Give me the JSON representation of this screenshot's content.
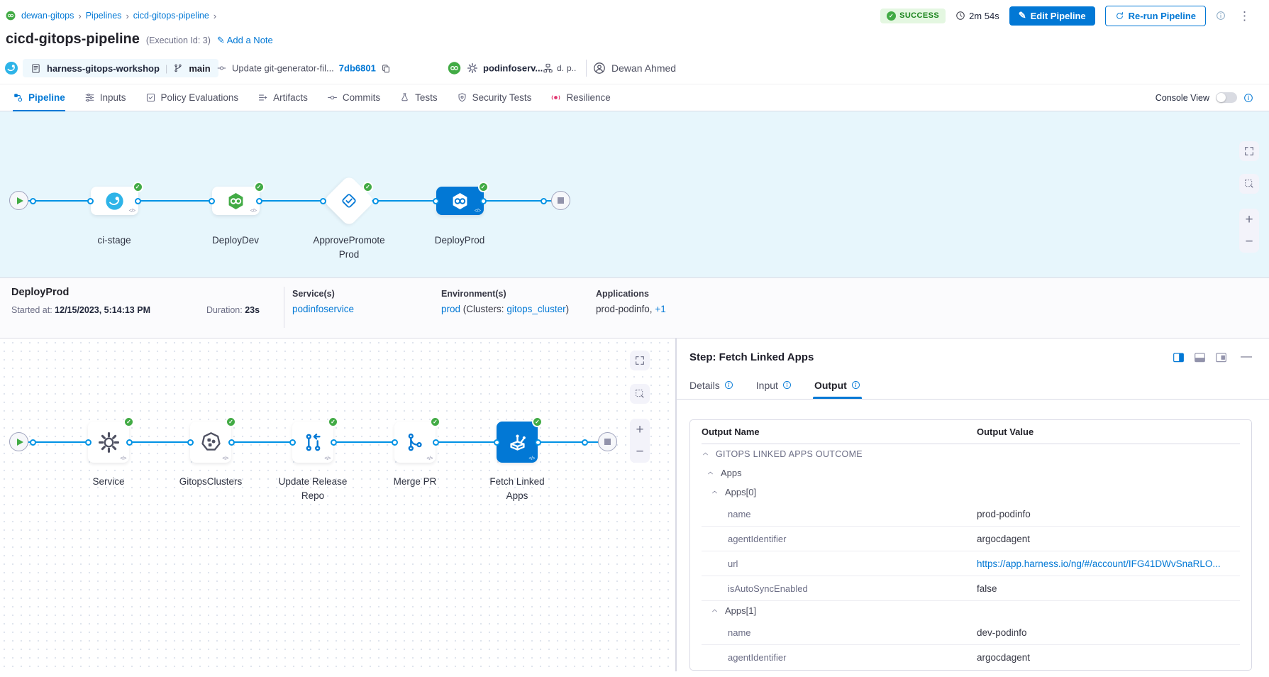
{
  "breadcrumb": {
    "items": [
      "dewan-gitops",
      "Pipelines",
      "cicd-gitops-pipeline"
    ]
  },
  "header": {
    "status": "SUCCESS",
    "duration": "2m 54s",
    "edit_button": "Edit Pipeline",
    "rerun_button": "Re-run Pipeline"
  },
  "title": {
    "name": "cicd-gitops-pipeline",
    "execution_id": "(Execution Id: 3)",
    "add_note": "Add a Note"
  },
  "meta": {
    "repo": "harness-gitops-workshop",
    "branch": "main",
    "commit_message": "Update git-generator-fil...",
    "commit_sha": "7db6801",
    "service_truncated": "podinfoserv...",
    "env_truncated_1": "d.",
    "env_truncated_2": "p..",
    "user": "Dewan Ahmed"
  },
  "tabs": {
    "items": [
      {
        "label": "Pipeline",
        "icon": "pipeline-icon",
        "active": true
      },
      {
        "label": "Inputs",
        "icon": "inputs-icon"
      },
      {
        "label": "Policy Evaluations",
        "icon": "policy-icon"
      },
      {
        "label": "Artifacts",
        "icon": "artifacts-icon"
      },
      {
        "label": "Commits",
        "icon": "commits-icon"
      },
      {
        "label": "Tests",
        "icon": "tests-icon"
      },
      {
        "label": "Security Tests",
        "icon": "security-icon"
      },
      {
        "label": "Resilience",
        "icon": "resilience-icon",
        "color": "#e0356f"
      }
    ],
    "console_view_label": "Console View"
  },
  "stage_graph": {
    "stages": [
      {
        "label": "ci-stage",
        "icon": "ci-stage-icon",
        "shape": "card"
      },
      {
        "label": "DeployDev",
        "icon": "gitops-hex-green-icon",
        "shape": "card"
      },
      {
        "label": "ApprovePromoteProd",
        "icon": "approval-icon",
        "shape": "diamond"
      },
      {
        "label": "DeployProd",
        "icon": "gitops-hex-white-icon",
        "shape": "card",
        "selected": true
      }
    ]
  },
  "stage_details": {
    "name": "DeployProd",
    "started_label": "Started at:",
    "started_value": "12/15/2023, 5:14:13 PM",
    "duration_label": "Duration:",
    "duration_value": "23s",
    "services_label": "Service(s)",
    "service": "podinfoservice",
    "environments_label": "Environment(s)",
    "environment": "prod",
    "clusters_prefix": "(Clusters:",
    "cluster": "gitops_cluster",
    "clusters_suffix": ")",
    "applications_label": "Applications",
    "applications": "prod-podinfo,",
    "applications_more": "+1"
  },
  "step_graph": {
    "steps": [
      {
        "label": "Service",
        "icon": "gear-icon"
      },
      {
        "label": "GitopsClusters",
        "icon": "clusters-icon"
      },
      {
        "label": "Update Release Repo",
        "icon": "update-repo-icon"
      },
      {
        "label": "Merge PR",
        "icon": "merge-pr-icon"
      },
      {
        "label": "Fetch Linked Apps",
        "icon": "fetch-apps-icon",
        "selected": true
      }
    ]
  },
  "step_panel": {
    "title": "Step: Fetch Linked Apps",
    "tabs": [
      {
        "label": "Details"
      },
      {
        "label": "Input"
      },
      {
        "label": "Output",
        "active": true
      }
    ],
    "table": {
      "columns": [
        "Output Name",
        "Output Value"
      ],
      "rows": [
        {
          "name": "GITOPS LINKED APPS OUTCOME",
          "value": "",
          "indent": 0,
          "group": true
        },
        {
          "name": "Apps",
          "value": "",
          "indent": 1,
          "group": true
        },
        {
          "name": "Apps[0]",
          "value": "",
          "indent": 2,
          "group": true
        },
        {
          "name": "name",
          "value": "prod-podinfo",
          "indent": 3
        },
        {
          "name": "agentIdentifier",
          "value": "argocdagent",
          "indent": 3
        },
        {
          "name": "url",
          "value": "https://app.harness.io/ng/#/account/IFG41DWvSnaRLO...",
          "indent": 3,
          "link": true
        },
        {
          "name": "isAutoSyncEnabled",
          "value": "false",
          "indent": 3
        },
        {
          "name": "Apps[1]",
          "value": "",
          "indent": 2,
          "group": true
        },
        {
          "name": "name",
          "value": "dev-podinfo",
          "indent": 3
        },
        {
          "name": "agentIdentifier",
          "value": "argocdagent",
          "indent": 3
        }
      ]
    }
  },
  "colors": {
    "primary": "#0278d5",
    "success_green": "#42ab45",
    "success_badge_bg": "#e4f7e1",
    "success_badge_text": "#1b841d",
    "graph_bg": "#e7f6fc",
    "link": "#0278d5"
  }
}
